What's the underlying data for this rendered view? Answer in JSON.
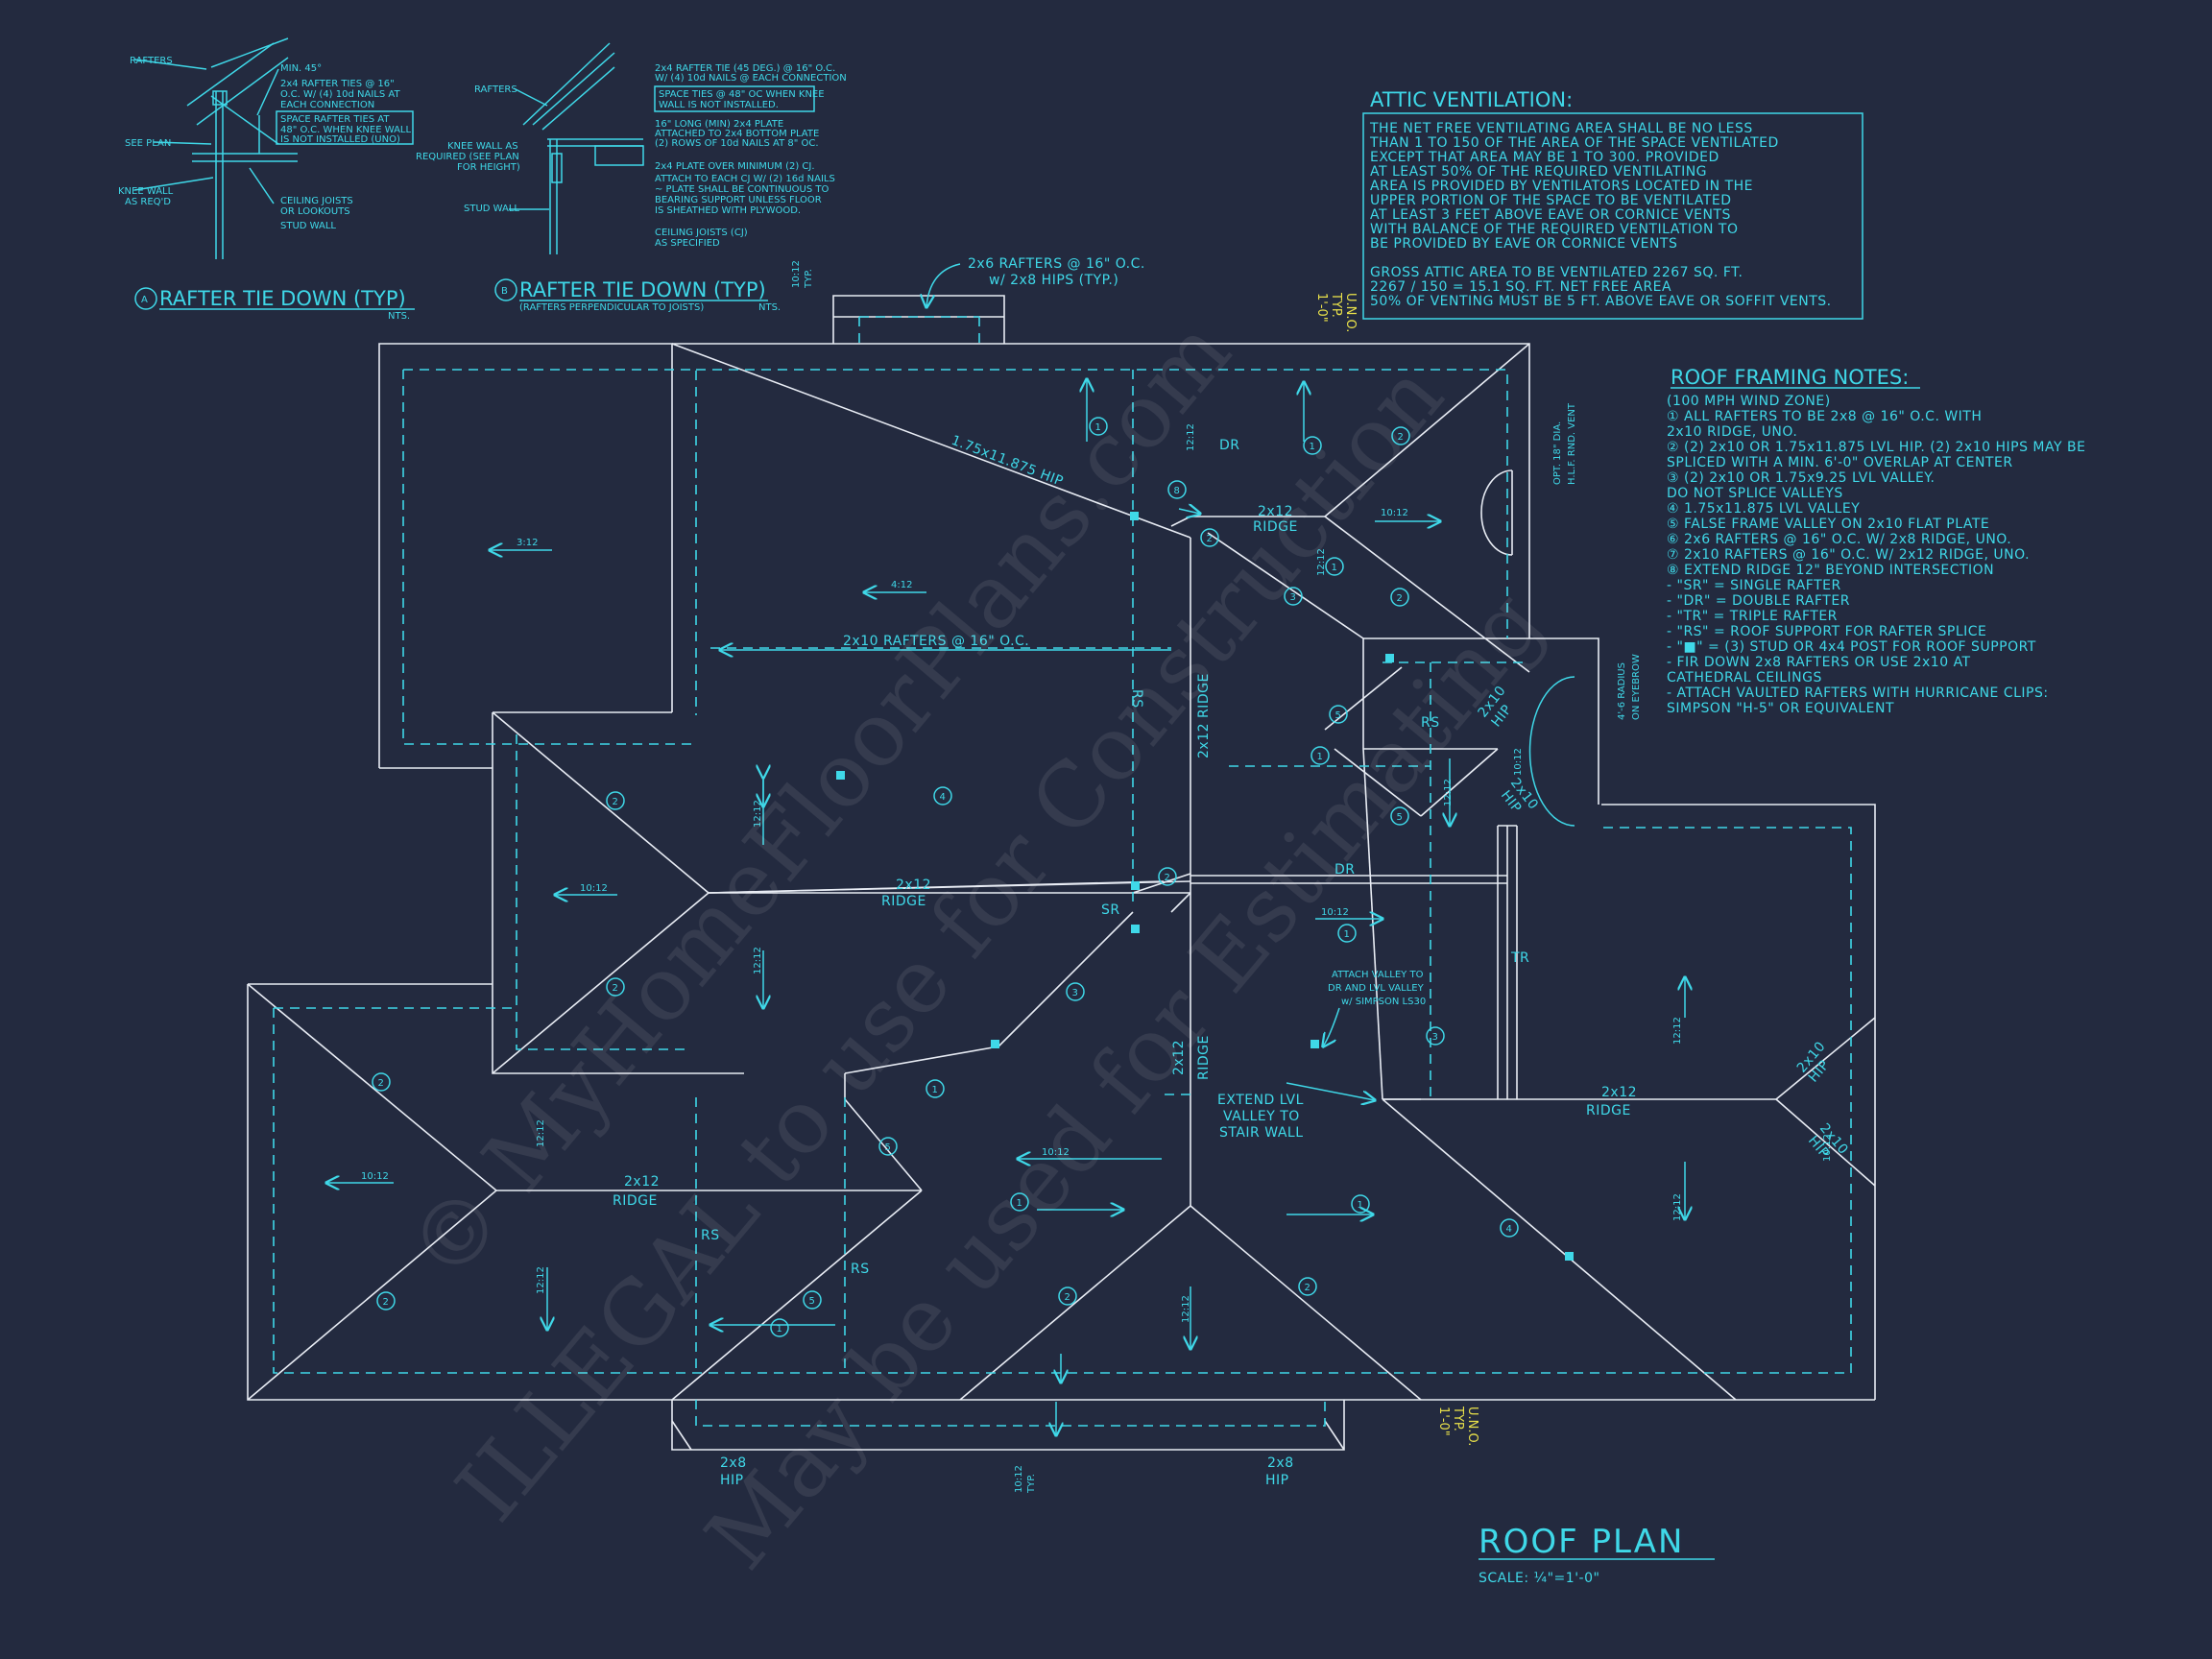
{
  "detail_a": {
    "title": "RAFTER TIE DOWN (TYP)",
    "scale": "NTS.",
    "marker": "A",
    "notes": [
      "RAFTERS",
      "MIN. 45°",
      "2x4 RAFTER TIES @ 16\"",
      "O.C. W/ (4) 10d NAILS AT",
      "EACH CONNECTION",
      "SPACE RAFTER TIES AT",
      "48\" O.C. WHEN KNEE WALL",
      "IS NOT INSTALLED (UNO)",
      "SEE PLAN",
      "KNEE WALL",
      "AS REQ'D",
      "CEILING JOISTS",
      "OR LOOKOUTS",
      "STUD WALL"
    ]
  },
  "detail_b": {
    "title": "RAFTER TIE DOWN (TYP)",
    "subtitle": "(RAFTERS PERPENDICULAR TO JOISTS)",
    "scale": "NTS.",
    "marker": "B",
    "notes": [
      "RAFTERS",
      "2x4 RAFTER TIE (45 DEG.) @ 16\" O.C.",
      "W/ (4) 10d NAILS @ EACH CONNECTION",
      "SPACE TIES @ 48\" OC WHEN KNEE",
      "WALL IS NOT INSTALLED.",
      "KNEE WALL AS",
      "REQUIRED (SEE PLAN",
      "FOR HEIGHT)",
      "16\" LONG (MIN) 2x4 PLATE",
      "ATTACHED TO 2x4 BOTTOM PLATE",
      "(2) ROWS OF 10d NAILS AT 8\" OC.",
      "2x4 PLATE OVER MINIMUM (2) CJ.",
      "ATTACH TO EACH CJ W/ (2) 16d NAILS",
      "~ PLATE SHALL BE CONTINUOUS TO",
      "BEARING SUPPORT UNLESS FLOOR",
      "IS SHEATHED WITH PLYWOOD.",
      "STUD WALL",
      "CEILING JOISTS (CJ)",
      "AS SPECIFIED"
    ]
  },
  "attic": {
    "title": "ATTIC VENTILATION:",
    "lines": [
      "THE NET FREE VENTILATING AREA SHALL BE NO LESS",
      "THAN 1 TO 150 OF THE AREA OF THE SPACE VENTILATED",
      "EXCEPT THAT AREA MAY BE 1 TO 300.  PROVIDED",
      "AT LEAST 50% OF THE REQUIRED VENTILATING",
      "AREA IS PROVIDED BY VENTILATORS LOCATED IN THE",
      "UPPER PORTION OF THE SPACE TO BE VENTILATED",
      "AT LEAST 3 FEET ABOVE EAVE OR CORNICE VENTS",
      "WITH BALANCE OF THE REQUIRED VENTILATION TO",
      "BE PROVIDED BY EAVE OR CORNICE VENTS",
      "",
      "GROSS ATTIC AREA TO BE VENTILATED 2267  SQ. FT.",
      " 2267  / 150 = 15.1   SQ. FT. NET FREE AREA",
      "50% OF VENTING MUST BE 5 FT. ABOVE EAVE OR SOFFIT VENTS."
    ]
  },
  "framing_notes": {
    "title": "ROOF FRAMING NOTES:",
    "lines": [
      "(100 MPH WIND ZONE)",
      "① ALL RAFTERS TO BE 2x8 @ 16\" O.C. WITH",
      "    2x10 RIDGE, UNO.",
      "② (2) 2x10 OR 1.75x11.875 LVL HIP. (2) 2x10 HIPS MAY BE",
      "    SPLICED WITH A MIN. 6'-0\" OVERLAP AT CENTER",
      "③ (2) 2x10 OR 1.75x9.25 LVL VALLEY.",
      "    DO NOT SPLICE VALLEYS",
      "④ 1.75x11.875 LVL VALLEY",
      "⑤ FALSE FRAME VALLEY ON 2x10 FLAT PLATE",
      "⑥ 2x6 RAFTERS @ 16\" O.C. W/ 2x8 RIDGE, UNO.",
      "⑦ 2x10 RAFTERS @ 16\" O.C. W/ 2x12 RIDGE, UNO.",
      "⑧ EXTEND RIDGE 12\" BEYOND INTERSECTION",
      "-  \"SR\" = SINGLE RAFTER",
      "-  \"DR\" = DOUBLE RAFTER",
      "-  \"TR\" = TRIPLE RAFTER",
      "-  \"RS\" = ROOF SUPPORT FOR RAFTER SPLICE",
      "-  \"■\"  = (3) STUD OR 4x4 POST FOR ROOF SUPPORT",
      "-  FIR DOWN 2x8 RAFTERS OR USE 2x10 AT",
      "    CATHEDRAL CEILINGS",
      "-  ATTACH VAULTED RAFTERS WITH HURRICANE CLIPS:",
      "    SIMPSON \"H-5\" OR EQUIVALENT"
    ]
  },
  "plan": {
    "title": "ROOF PLAN",
    "scale": "SCALE: ¼\"=1'-0\"",
    "labels": {
      "rafters_top": "2x6 RAFTERS @ 16\" O.C.",
      "rafters_top2": "w/ 2x8 HIPS (TYP.)",
      "lvl_hip": "1.75x11.875 HIP",
      "rafters_mid": "2x10 RAFTERS @ 16\" O.C.",
      "ridge": "RIDGE",
      "r2x12": "2x12",
      "r2x12_ridge": "2x12 RIDGE",
      "dr": "DR",
      "rs": "RS",
      "sr": "SR",
      "tr": "TR",
      "hip": "HIP",
      "hip_2x8": "2x8",
      "hip_2x10": "2x10",
      "vent": "OPT. 18\" DIA.",
      "vent2": "H.L.F. RND. VENT",
      "eyebrow": "4'-6 RADIUS",
      "eyebrow2": "ON EYEBROW",
      "valley_note1": "ATTACH VALLEY TO",
      "valley_note2": "DR AND LVL VALLEY",
      "valley_note3": "w/ SIMPSON LS30",
      "extend1": "EXTEND LVL",
      "extend2": "VALLEY TO",
      "extend3": "STAIR WALL",
      "overhang1": "1'-0\"",
      "overhang2": "TYP.",
      "overhang3": "U.N.O.",
      "typ": "TYP.",
      "pitch_10_12": "10:12",
      "pitch_12_12": "12:12",
      "pitch_3_12": "3:12",
      "pitch_4_12": "4:12"
    }
  },
  "watermark": {
    "line1": "© MyHomeFloorPlans.com",
    "line2": "ILLEGAL to use for Construction",
    "line3": "May be used for Estimating"
  }
}
